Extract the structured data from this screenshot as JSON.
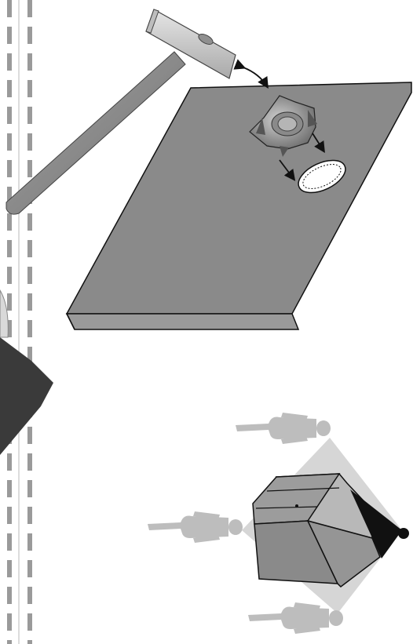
{
  "figure": {
    "style": "grayscale assembly instruction illustration",
    "text": "",
    "colors": {
      "background": "#ffffff",
      "board_top": "#8a8a8a",
      "board_edge": "#9a9a9a",
      "outline": "#111111",
      "person_silhouette": "#bdbdbd",
      "placement_zone": "#d6d6d6",
      "cabinet_front": "#9c9c9c",
      "cabinet_side": "#8a8a8a",
      "cabinet_top": "#b8b8b8",
      "hammer_handle": "#8c8c8c",
      "hammer_head": "#cfcfcf",
      "tee_nut": "#a8a8a8",
      "dashed_strip": "#9a9a9a",
      "dark_panel": "#3a3a3a"
    }
  },
  "steps": [
    {
      "name": "step-insert-tee-nut",
      "parts": [
        "hammer",
        "tee-nut",
        "drilled-hole",
        "panel"
      ],
      "arrows": [
        "hammer-to-nut-arrow",
        "nut-to-hole-arrow-right",
        "nut-to-hole-arrow-left"
      ]
    },
    {
      "name": "step-lift-cabinet",
      "people_count": 3,
      "parts": [
        "cabinet",
        "placement-zone",
        "person-top",
        "person-left",
        "person-bottom"
      ]
    }
  ]
}
